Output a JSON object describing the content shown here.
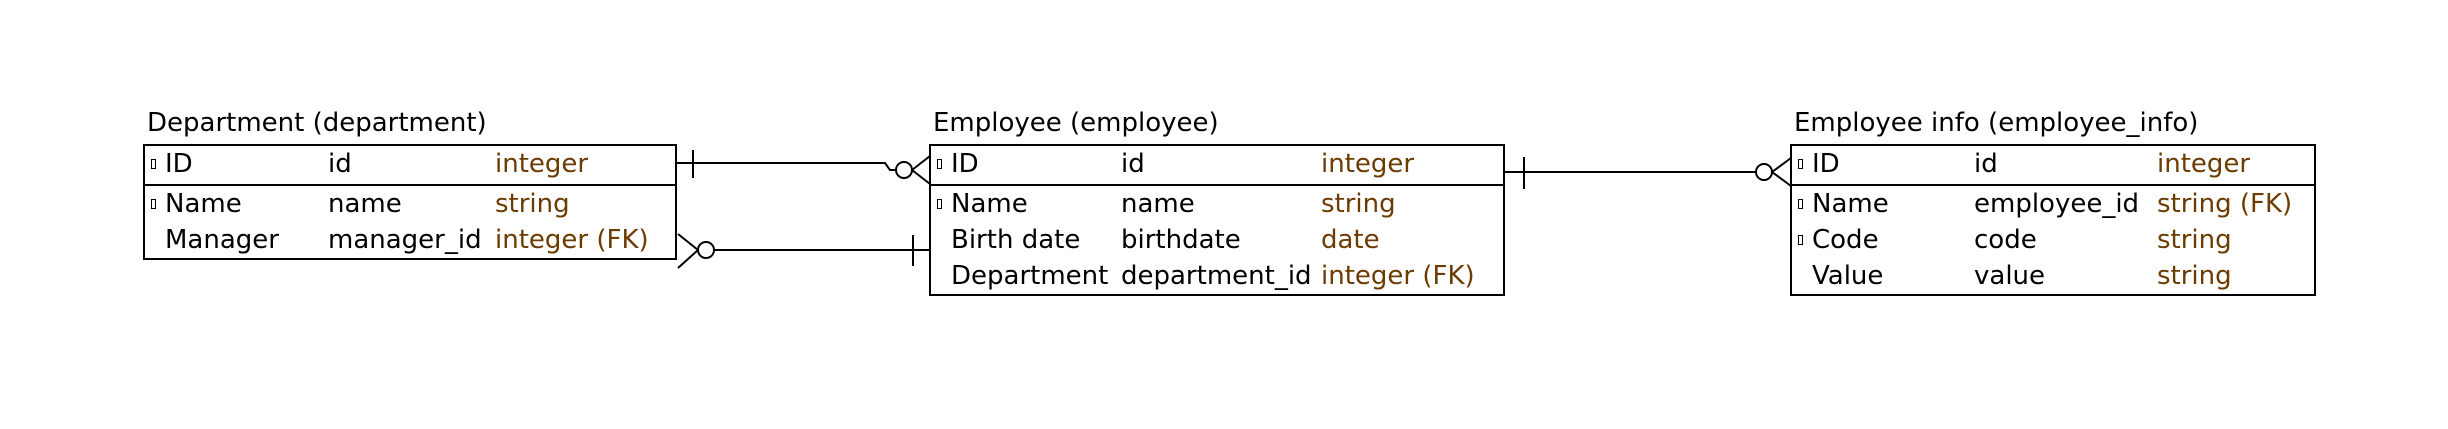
{
  "entities": [
    {
      "id": "department",
      "title": "Department (department)",
      "rows": [
        {
          "label": "ID",
          "column": "id",
          "type": "integer",
          "key": true
        },
        {
          "label": "Name",
          "column": "name",
          "type": "string",
          "key": true
        },
        {
          "label": "Manager",
          "column": "manager_id",
          "type": "integer (FK)",
          "key": false
        }
      ]
    },
    {
      "id": "employee",
      "title": "Employee (employee)",
      "rows": [
        {
          "label": "ID",
          "column": "id",
          "type": "integer",
          "key": true
        },
        {
          "label": "Name",
          "column": "name",
          "type": "string",
          "key": true
        },
        {
          "label": "Birth date",
          "column": "birthdate",
          "type": "date",
          "key": false
        },
        {
          "label": "Department",
          "column": "department_id",
          "type": "integer (FK)",
          "key": false
        }
      ]
    },
    {
      "id": "employee_info",
      "title": "Employee info (employee_info)",
      "rows": [
        {
          "label": "ID",
          "column": "id",
          "type": "integer",
          "key": true
        },
        {
          "label": "Name",
          "column": "employee_id",
          "type": "string (FK)",
          "key": true
        },
        {
          "label": "Code",
          "column": "code",
          "type": "string",
          "key": true
        },
        {
          "label": "Value",
          "column": "value",
          "type": "string",
          "key": false
        }
      ]
    }
  ],
  "relationships": [
    {
      "from": "department",
      "to": "employee",
      "from_end": "one",
      "to_end": "zero-or-many"
    },
    {
      "from": "employee",
      "to": "department",
      "from_end": "one",
      "to_end": "zero-or-many"
    },
    {
      "from": "employee",
      "to": "employee_info",
      "from_end": "one",
      "to_end": "zero-or-many"
    }
  ],
  "colors": {
    "type_text": "#6b3b00",
    "lines": "#000000"
  }
}
